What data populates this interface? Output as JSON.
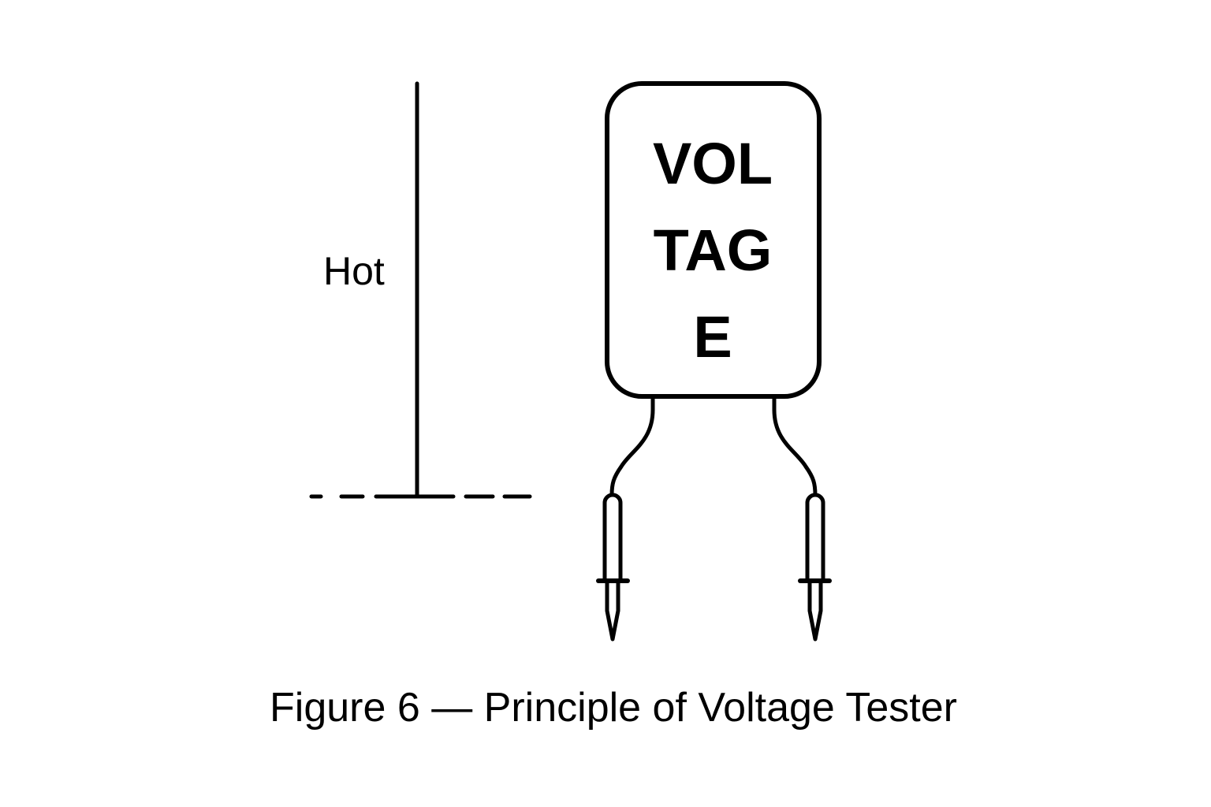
{
  "figure": {
    "caption": "Figure 6 — Principle of Voltage Tester",
    "colors": {
      "line": "#000000",
      "background": "#ffffff"
    }
  },
  "conductor": {
    "label": "Hot",
    "ground_line_style": "dashed"
  },
  "tester": {
    "display_lines": [
      "VOL",
      "TAG",
      "E"
    ],
    "probes": [
      "left-probe",
      "right-probe"
    ]
  }
}
